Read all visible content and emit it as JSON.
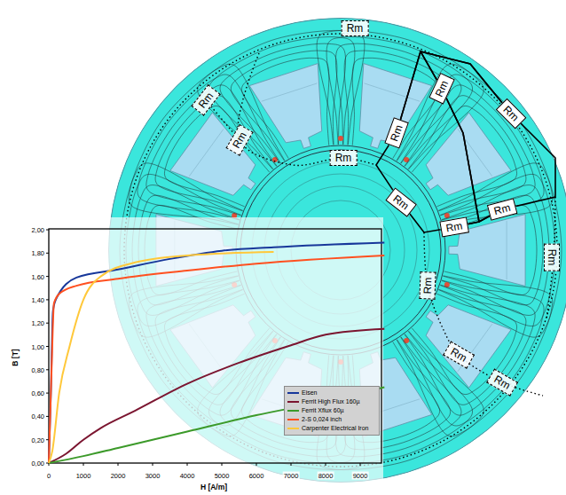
{
  "diagram": {
    "nodes": [
      {
        "text": [
          "Rm"
        ]
      },
      {
        "text": [
          "Rm"
        ]
      },
      {
        "text": [
          "Rm"
        ]
      },
      {
        "text": [
          "Rm"
        ]
      },
      {
        "text": [
          "Rm"
        ]
      },
      {
        "text": [
          "Rm"
        ]
      },
      {
        "text": [
          "Rm"
        ]
      },
      {
        "text": [
          "Rm"
        ]
      },
      {
        "text": [
          "Rm"
        ]
      },
      {
        "text": [
          "Rm"
        ]
      },
      {
        "text": [
          "Rm"
        ]
      },
      {
        "text": [
          "Rm"
        ]
      },
      {
        "text": [
          "Rm"
        ]
      },
      {
        "text": [
          "Rm"
        ]
      }
    ],
    "edges": [
      {
        "from": 4,
        "to": 1,
        "arrow": "none"
      },
      {
        "from": 1,
        "to": 3,
        "arrow": "none"
      },
      {
        "from": 4,
        "to": 3,
        "arrow": "none"
      },
      {
        "from": 4,
        "to": 7,
        "arrow": "none"
      },
      {
        "from": 7,
        "to": 9,
        "arrow": "none"
      },
      {
        "from": 9,
        "to": 8,
        "arrow": "none"
      },
      {
        "from": 1,
        "to": 9,
        "arrow": "none"
      },
      {
        "from": 1,
        "to": 8,
        "arrow": "none"
      },
      {
        "from": 3,
        "to": 8,
        "arrow": "none"
      }
    ],
    "labels": [
      "2,00",
      "1,80",
      "1,60",
      "1,40",
      "1,20",
      "1,00",
      "0,80",
      "0,60",
      "0,40",
      "0,20",
      "0,00",
      "B [T]",
      "0",
      "1000",
      "2000",
      "3000",
      "4000",
      "5000",
      "6000",
      "7000",
      "8000",
      "9000",
      "H [A/m]"
    ],
    "legend": [
      {
        "text": "Eisen"
      },
      {
        "text": "Ferrit High Flux 160µ"
      },
      {
        "text": "Ferrit Xflux 60µ"
      },
      {
        "text": "2-S 0,024 inch"
      },
      {
        "text": "Carpenter Electrical Iron"
      }
    ]
  }
}
